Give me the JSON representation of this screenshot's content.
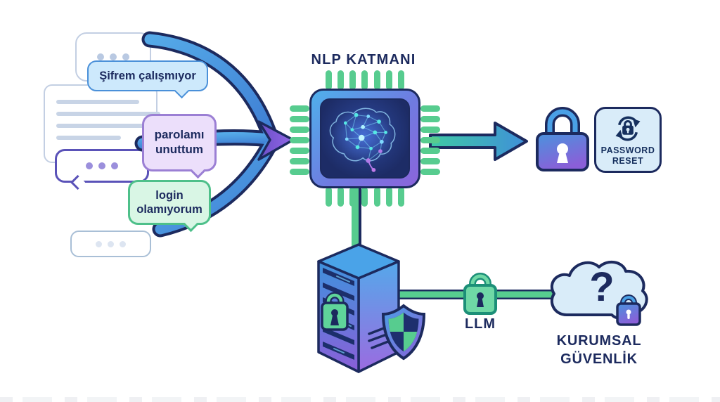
{
  "title": "NLP KATMANI",
  "chat": {
    "bubbles": [
      {
        "type": "typing"
      },
      {
        "type": "message",
        "label": "Şifrem çalışmıyor"
      },
      {
        "type": "placeholder-lines"
      },
      {
        "type": "message",
        "label": "parolamı unuttum"
      },
      {
        "type": "typing"
      },
      {
        "type": "message",
        "label": "login olamıyorum"
      },
      {
        "type": "typing"
      }
    ]
  },
  "outputs": {
    "password_reset": {
      "line1": "PASSWORD",
      "line2": "RESET"
    },
    "llm": {
      "label": "LLM"
    },
    "security": {
      "line1": "KURUMSAL",
      "line2": "GÜVENLİK"
    },
    "question_mark": "?"
  },
  "colors": {
    "navy_outline": "#1c2a5e",
    "stream_blue": "#3f8fd9",
    "merge_arrow_purple": "#7b57d4",
    "pin_green": "#57cc8f",
    "bubble_blue_fill": "#cde9fc",
    "bubble_purple_fill": "#ecdffb",
    "bubble_green_fill": "#d9f6e5",
    "badge_fill": "#d9ecf9",
    "lock_gradient_top": "#4a93dd",
    "lock_gradient_bottom": "#8a5fd8",
    "brain_cyan": "#56e8e4",
    "brain_purple": "#b07ae8"
  }
}
